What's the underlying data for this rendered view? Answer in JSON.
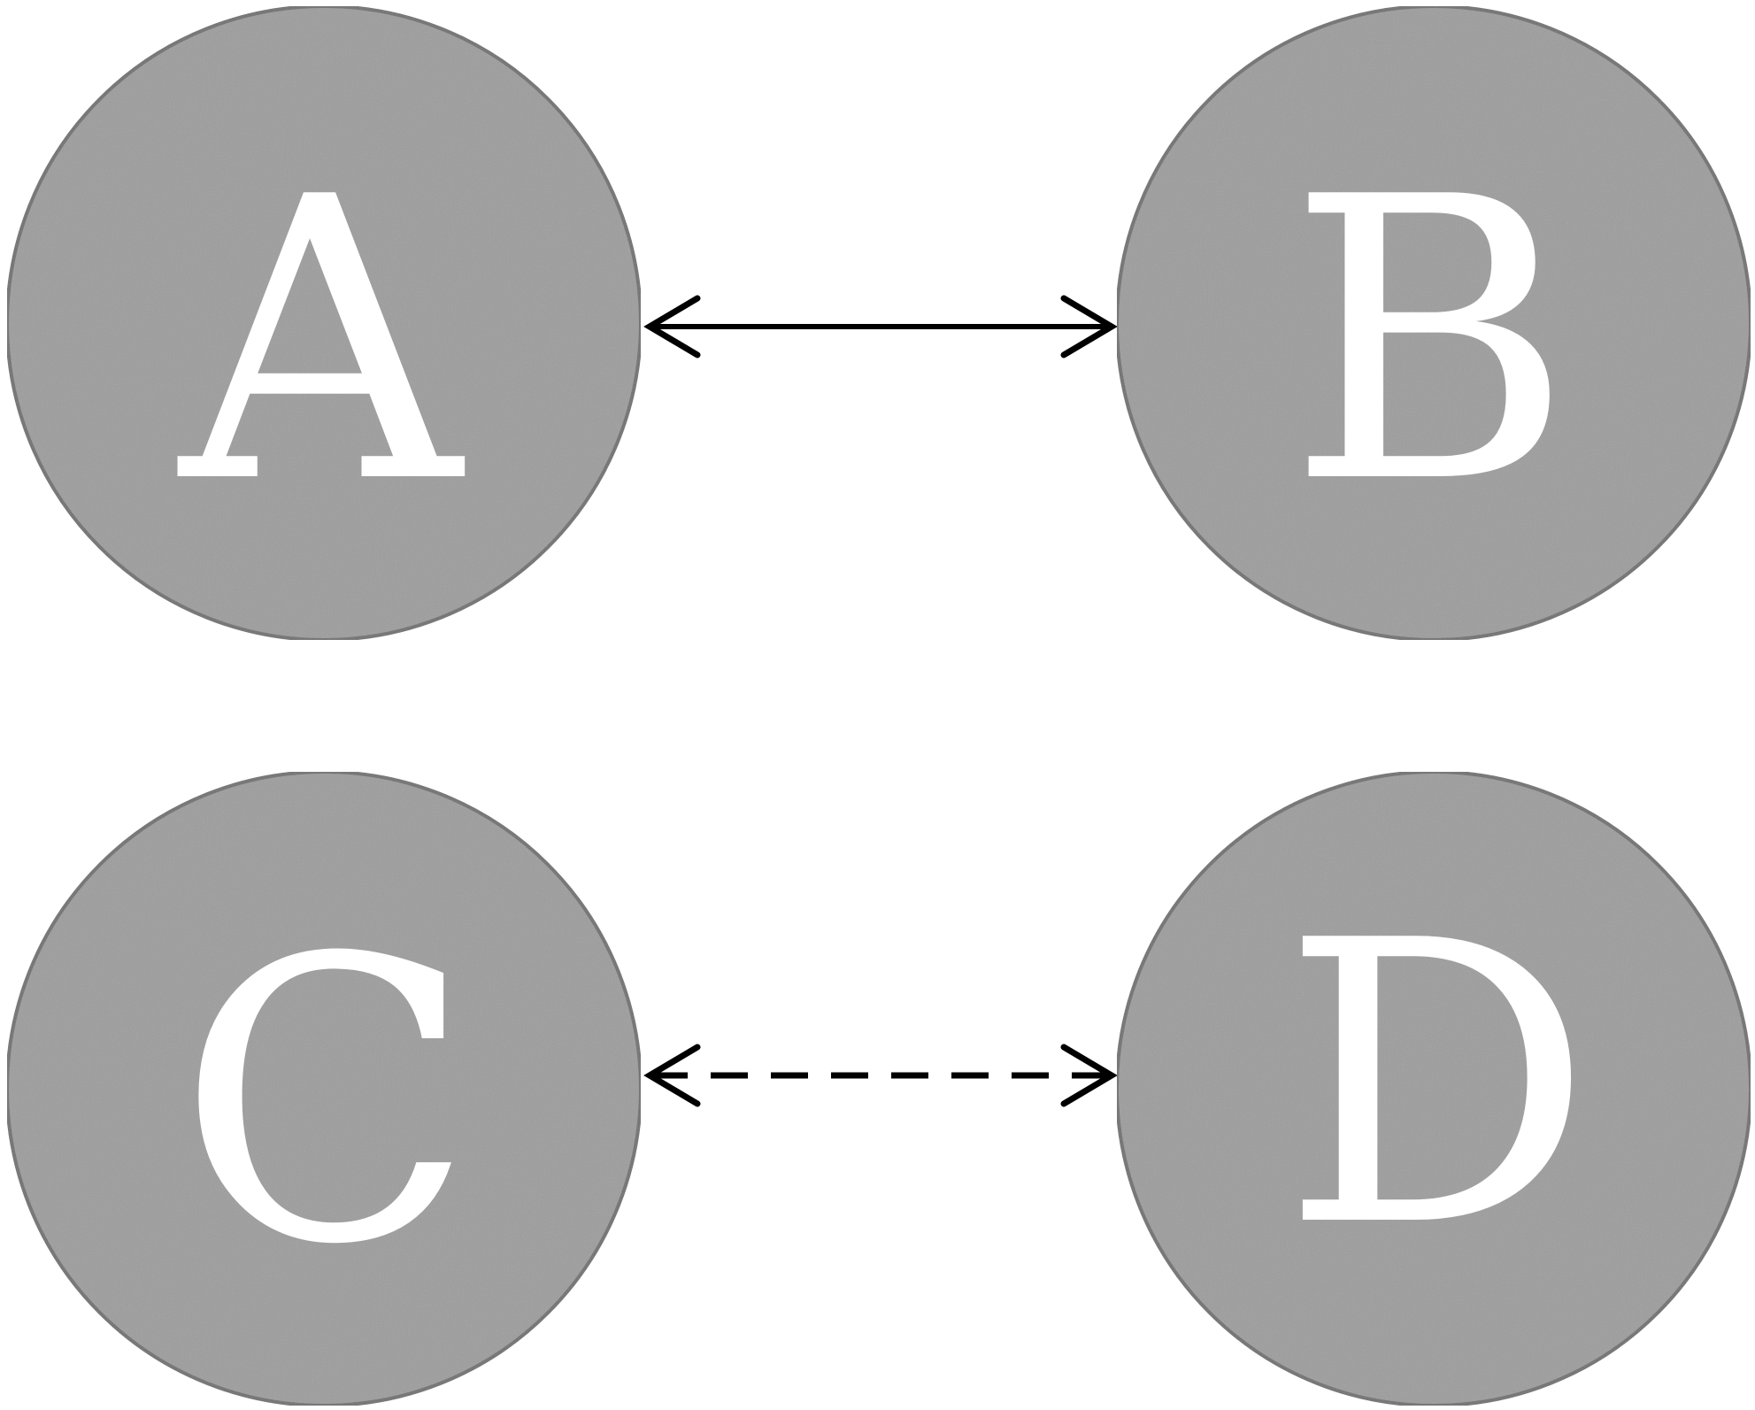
{
  "colors": {
    "node_fill": "#9d9d9d",
    "node_stroke": "#6f6f6f",
    "label": "#ffffff",
    "edge": "#000000"
  },
  "nodes": [
    {
      "id": "A",
      "label": "A"
    },
    {
      "id": "B",
      "label": "B"
    },
    {
      "id": "C",
      "label": "C"
    },
    {
      "id": "D",
      "label": "D"
    }
  ],
  "edges": [
    {
      "from": "A",
      "to": "B",
      "style": "solid",
      "direction": "bidirectional"
    },
    {
      "from": "C",
      "to": "D",
      "style": "dashed",
      "direction": "bidirectional"
    }
  ]
}
